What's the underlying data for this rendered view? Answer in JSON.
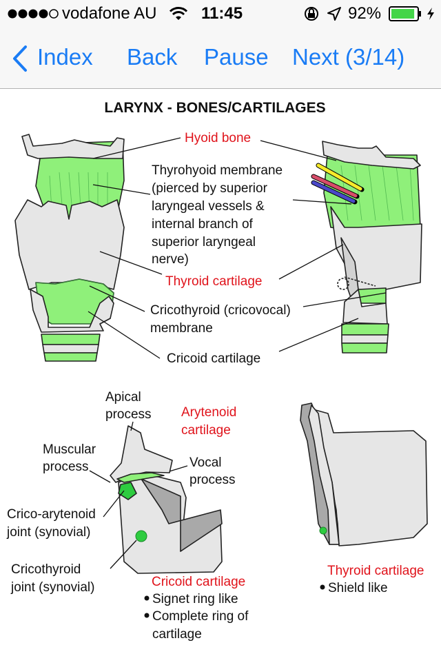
{
  "status": {
    "carrier": "vodafone AU",
    "time": "11:45",
    "battery_pct": "92%",
    "signal_bars": 4,
    "battery_level": 0.92
  },
  "nav": {
    "back_index": "Index",
    "back": "Back",
    "pause": "Pause",
    "next": "Next (3/14)",
    "accent": "#1a7cf5"
  },
  "figure": {
    "title": "LARYNX - BONES/CARTILAGES",
    "hyoid": "Hyoid bone",
    "thyrohyoid": [
      "Thyrohyoid membrane",
      "(pierced by superior",
      "laryngeal vessels &",
      "internal branch of",
      "superior laryngeal",
      "nerve)"
    ],
    "thyroid": "Thyroid cartilage",
    "cricothyroid": [
      "Cricothyroid (cricovocal)",
      "membrane"
    ],
    "cricoid": "Cricoid cartilage",
    "apical": [
      "Apical",
      "process"
    ],
    "arytenoid": [
      "Arytenoid",
      "cartilage"
    ],
    "muscular": [
      "Muscular",
      "process"
    ],
    "vocal": [
      "Vocal",
      "process"
    ],
    "crico_arytenoid": [
      "Crico-arytenoid",
      "joint (synovial)"
    ],
    "cricothyroid_joint": [
      "Cricothyroid",
      "joint (synovial)"
    ],
    "cricoid2": "Cricoid cartilage",
    "cricoid_bullets": [
      "Signet ring like",
      "Complete ring of"
    ],
    "cricoid_cont": "cartilage",
    "thyroid2": "Thyroid cartilage",
    "thyroid_bullet": "Shield like",
    "colors": {
      "red_label": "#e0131b",
      "membrane": "#8ff07a",
      "cartilage": "#e6e6e6",
      "dark_cartilage": "#a9a9a9"
    }
  }
}
